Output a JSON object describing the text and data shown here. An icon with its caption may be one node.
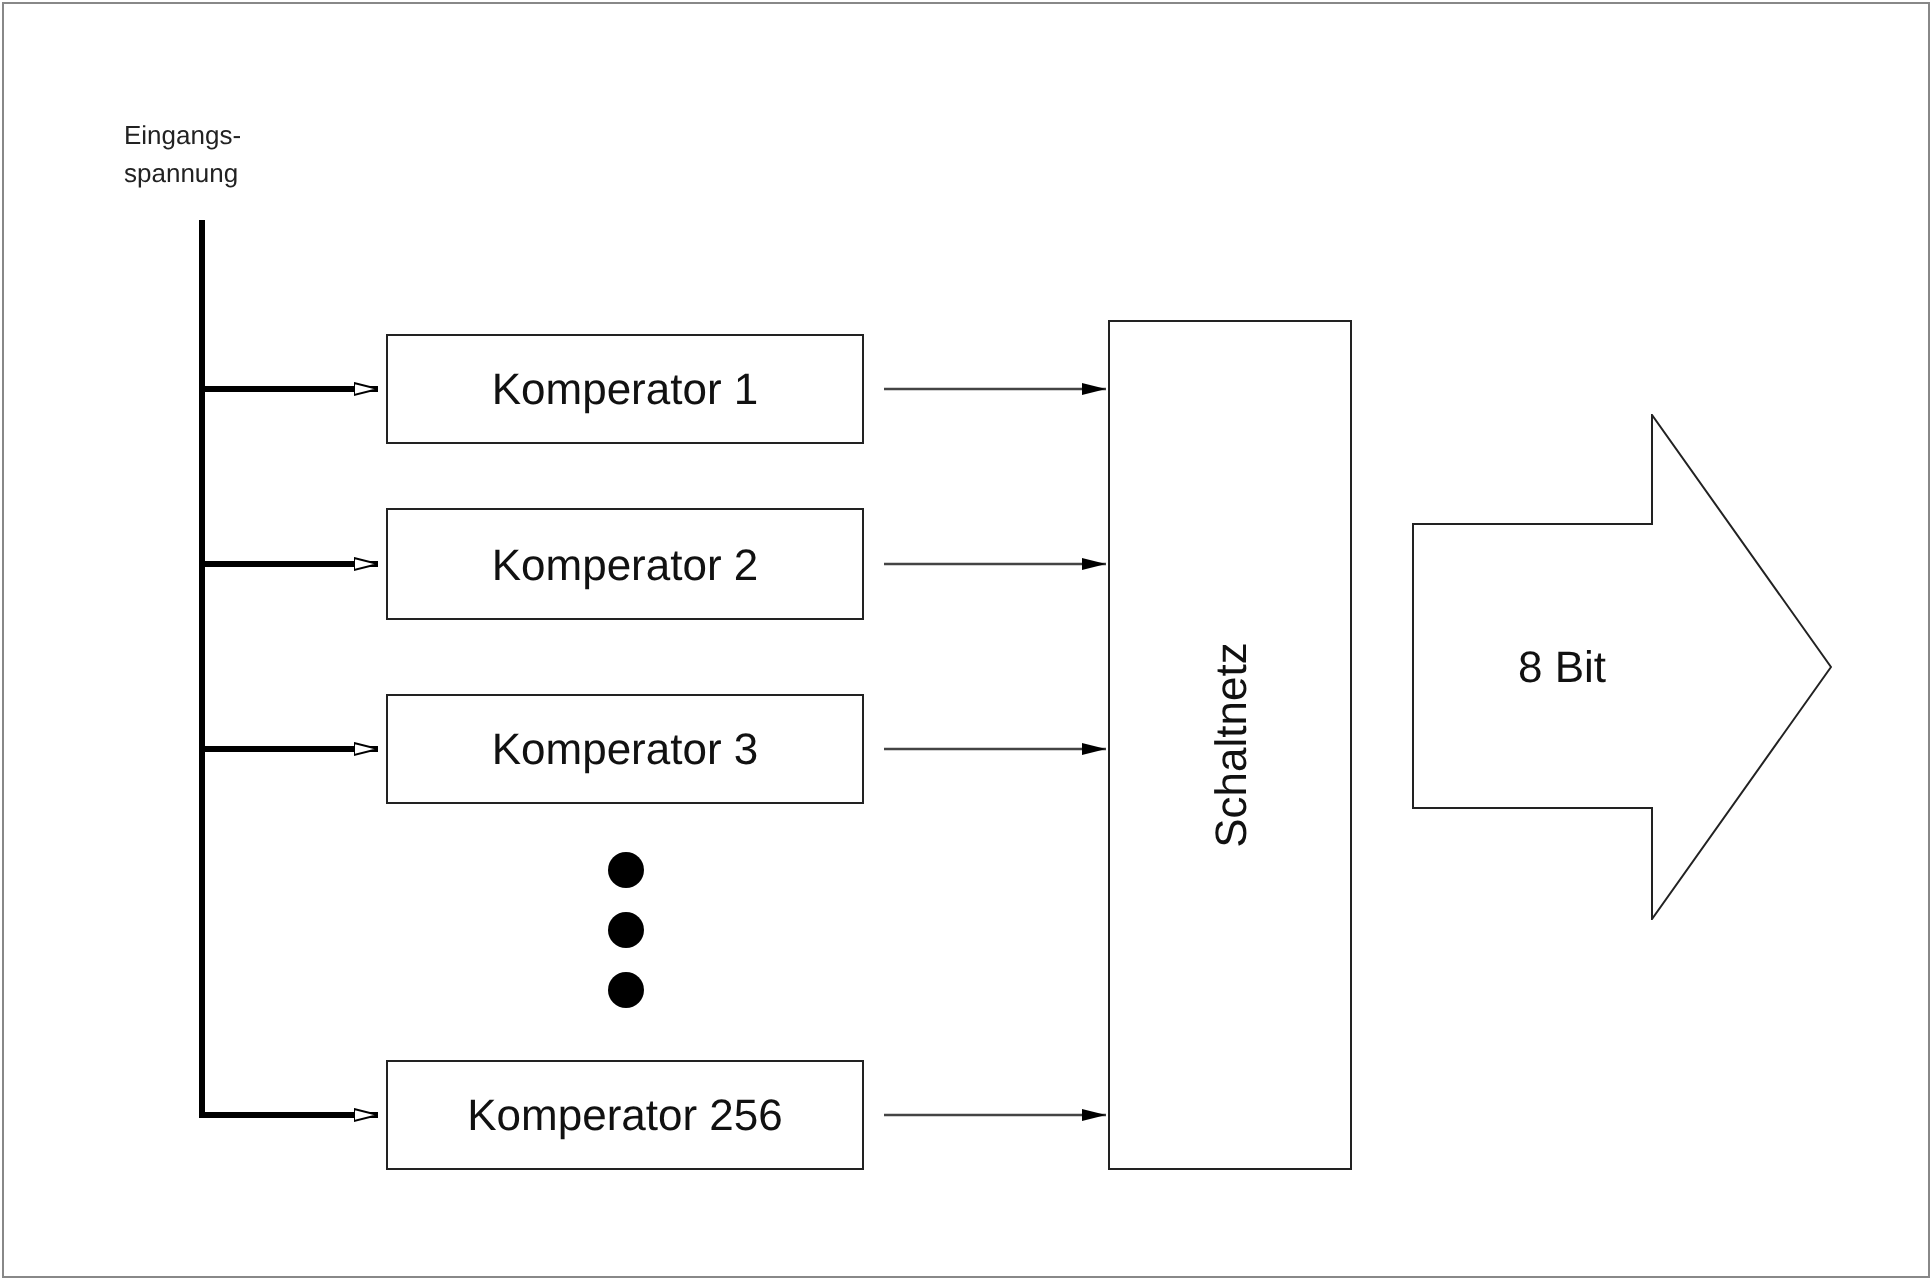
{
  "diagram": {
    "nodes": [
      {
        "text": [
          "Eingangs- spannung"
        ]
      },
      {
        "text": [
          "Komperator 1"
        ]
      },
      {
        "text": [
          "Komperator 2"
        ]
      },
      {
        "text": [
          "Komperator 3"
        ]
      },
      {
        "text": [
          "Komperator 256"
        ]
      },
      {
        "text": [
          "Schaltnetz"
        ]
      },
      {
        "text": [
          "8 Bit"
        ]
      }
    ],
    "edges": [
      {
        "from": 0,
        "to": 1,
        "arrow": "to",
        "style": "thick"
      },
      {
        "from": 0,
        "to": 2,
        "arrow": "to",
        "style": "thick"
      },
      {
        "from": 0,
        "to": 3,
        "arrow": "to",
        "style": "thick"
      },
      {
        "from": 0,
        "to": 4,
        "arrow": "to",
        "style": "thick"
      },
      {
        "from": 1,
        "to": 5,
        "arrow": "to"
      },
      {
        "from": 2,
        "to": 5,
        "arrow": "to"
      },
      {
        "from": 3,
        "to": 5,
        "arrow": "to"
      },
      {
        "from": 4,
        "to": 5,
        "arrow": "to"
      }
    ]
  }
}
